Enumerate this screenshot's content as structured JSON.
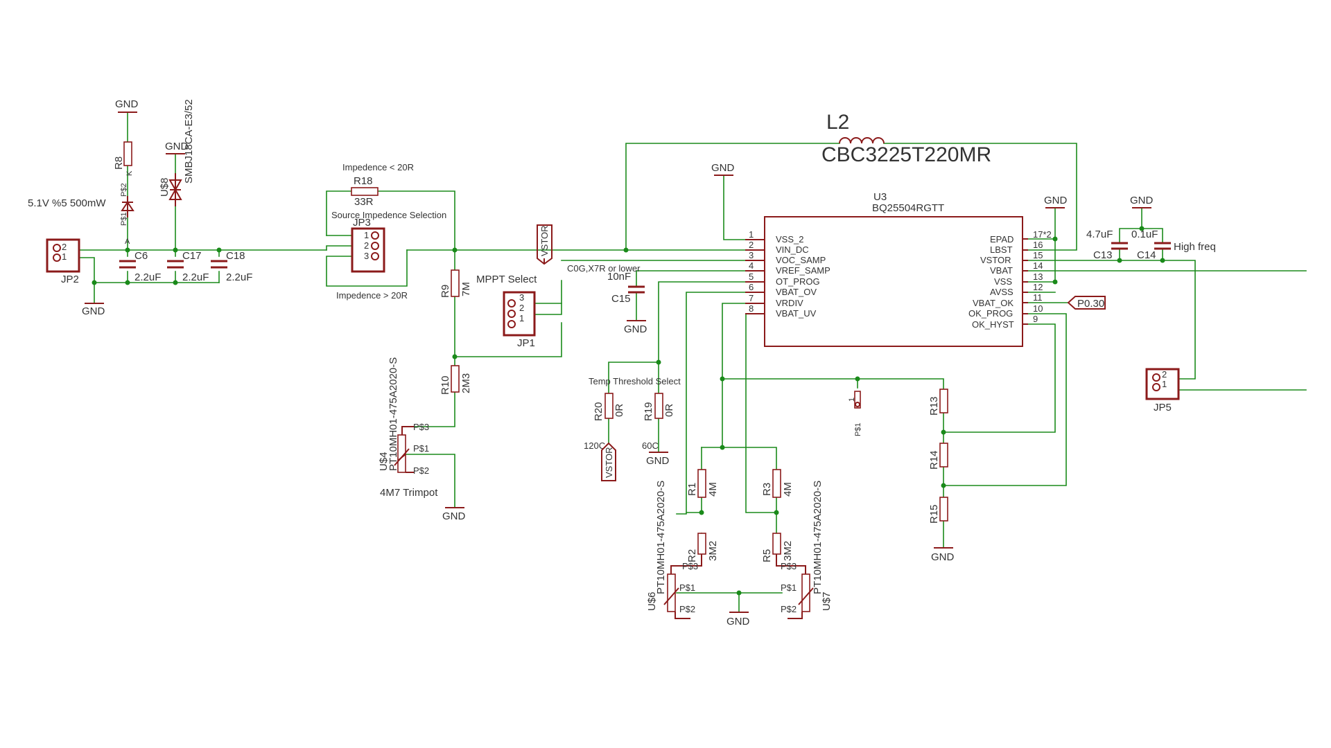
{
  "labels": {
    "gnd": "GND",
    "l2_name": "L2",
    "l2_value": "CBC3225T220MR",
    "u3_name": "U3",
    "u3_value": "BQ25504RGTT",
    "u3_pins_left": [
      {
        "num": "1",
        "name": "VSS_2"
      },
      {
        "num": "2",
        "name": "VIN_DC"
      },
      {
        "num": "3",
        "name": "VOC_SAMP"
      },
      {
        "num": "4",
        "name": "VREF_SAMP"
      },
      {
        "num": "5",
        "name": "OT_PROG"
      },
      {
        "num": "6",
        "name": "VBAT_OV"
      },
      {
        "num": "7",
        "name": "VRDIV"
      },
      {
        "num": "8",
        "name": "VBAT_UV"
      }
    ],
    "u3_pins_right": [
      {
        "num": "17*2",
        "name": "EPAD"
      },
      {
        "num": "16",
        "name": "LBST"
      },
      {
        "num": "15",
        "name": "VSTOR"
      },
      {
        "num": "14",
        "name": "VBAT"
      },
      {
        "num": "13",
        "name": "VSS"
      },
      {
        "num": "12",
        "name": "AVSS"
      },
      {
        "num": "11",
        "name": "VBAT_OK"
      },
      {
        "num": "10",
        "name": "OK_PROG"
      },
      {
        "num": "9",
        "name": "OK_HYST"
      }
    ],
    "r8": "R8",
    "zener_label": "5.1V %5 500mW",
    "ps2": "P$2",
    "ps1": "P$1",
    "ps3": "P$3",
    "k": "K",
    "a": "A",
    "u8": "U$8",
    "u8_value": "SMBJ18CA-E3/52",
    "c6": "C6",
    "c17": "C17",
    "c18": "C18",
    "c_2u2": "2.2uF",
    "jp2": "JP2",
    "pin1": "1",
    "pin2": "2",
    "pin3": "3",
    "imp_lt": "Impedence < 20R",
    "imp_gt": "Impedence > 20R",
    "r18": "R18",
    "r18_value": "33R",
    "jp3": "JP3",
    "source_sel": "Source Impedence Selection",
    "r9": "R9",
    "r9_value": "7M",
    "r10": "R10",
    "r10_value": "2M3",
    "mppt": "MPPT Select",
    "jp1": "JP1",
    "vstor": "VSTOR",
    "u4": "U$4",
    "pt_value": "PT10MH01-475A2020-S",
    "trimpot": "4M7 Trimpot",
    "c0g": "C0G,X7R or lower",
    "c15_value": "10nF",
    "c15": "C15",
    "temp_sel": "Temp Threshold Select",
    "r20": "R20",
    "r19": "R19",
    "zero_r": "0R",
    "t120": "120C",
    "t60": "60C",
    "r1": "R1",
    "r3": "R3",
    "r_4m": "4M",
    "r2": "R2",
    "r5": "R5",
    "r_3m2": "3M2",
    "u6": "U$6",
    "u7": "U$7",
    "r13": "R13",
    "r14": "R14",
    "r15": "R15",
    "c13_value": "4.7uF",
    "c14_value": "0.1uF",
    "c13": "C13",
    "c14": "C14",
    "high_freq": "High freq",
    "p030": "P0.30",
    "jp5": "JP5"
  }
}
